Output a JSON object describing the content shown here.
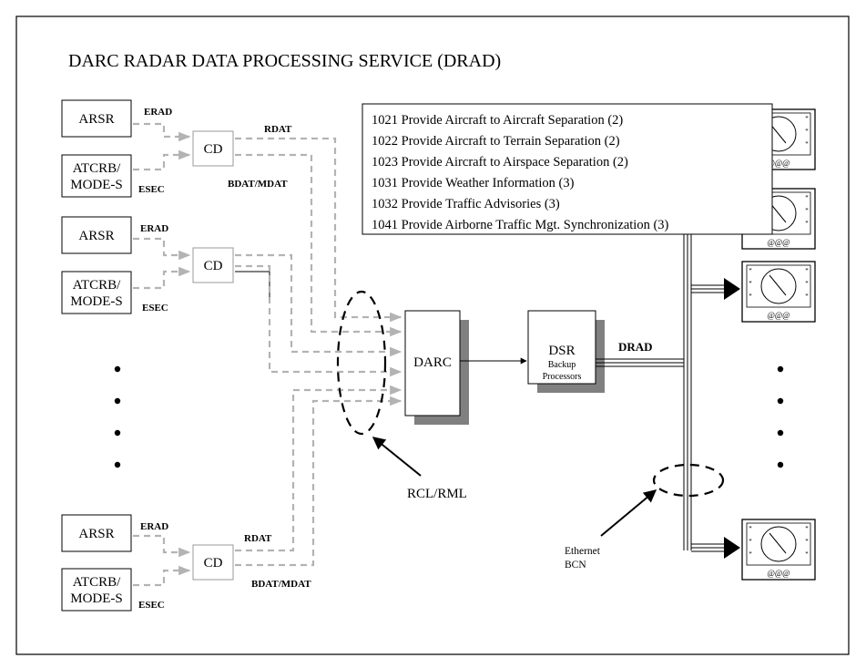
{
  "title": "DARC RADAR DATA PROCESSING SERVICE (DRAD)",
  "sensors": {
    "arsr": "ARSR",
    "atcrbs_line1": "ATCRB/",
    "atcrbs_line2": "MODE-S"
  },
  "links": {
    "erad": "ERAD",
    "esec": "ESEC",
    "rdat": "RDAT",
    "bdat_mdat": "BDAT/MDAT",
    "drad": "DRAD"
  },
  "cd": "CD",
  "darc": "DARC",
  "dsr": {
    "title": "DSR",
    "sub1": "Backup",
    "sub2": "Processors"
  },
  "rcl_rml": "RCL/RML",
  "ethernet": {
    "line1": "Ethernet",
    "line2": "BCN"
  },
  "display_label": "@@@",
  "functions": [
    "1021 Provide Aircraft to Aircraft Separation (2)",
    "1022 Provide Aircraft to Terrain Separation (2)",
    "1023 Provide Aircraft to Airspace Separation (2)",
    "1031 Provide Weather Information (3)",
    "1032 Provide Traffic Advisories (3)",
    "1041 Provide Airborne Traffic Mgt.  Synchronization (3)"
  ]
}
